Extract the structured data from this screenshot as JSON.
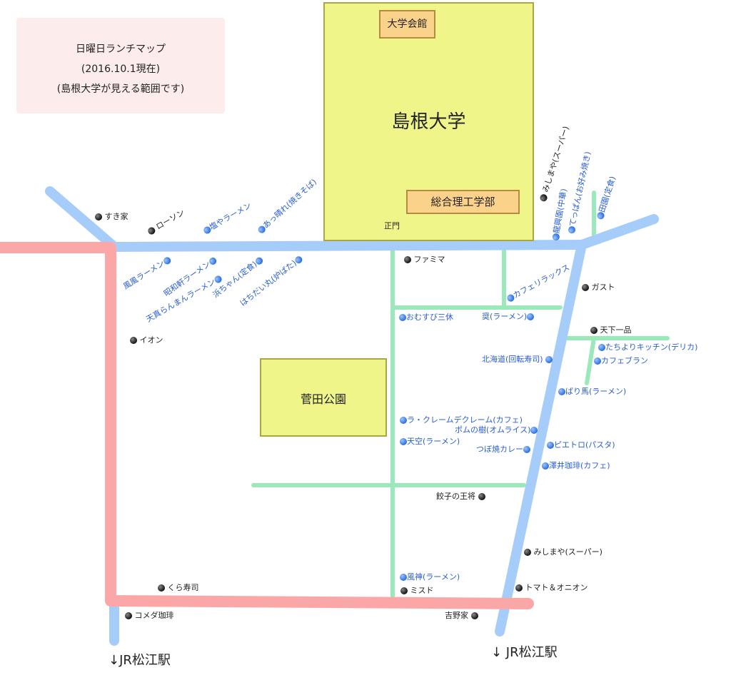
{
  "title": {
    "line1": "日曜日ランチマップ",
    "line2": "(2016.10.1現在)",
    "line3": "(島根大学が見える範囲です)"
  },
  "areas": {
    "university": "島根大学",
    "hall": "大学会館",
    "faculty": "総合理工学部",
    "gate": "正門",
    "park": "菅田公園"
  },
  "stations": {
    "left": "↓JR松江駅",
    "right": "↓ JR松江駅"
  },
  "places_black": [
    "すき家",
    "ローソン",
    "ファミマ",
    "ガスト",
    "天下一品",
    "イオン",
    "餃子の王将",
    "みしまや(スーパー)",
    "くら寿司",
    "ミスド",
    "トマト＆オニオン",
    "コメダ珈琲",
    "吉野家",
    "みしまや(スーパー)"
  ],
  "places_blue": [
    "塩やラーメン",
    "あっ晴れ(焼きそば)",
    "風風ラーメン",
    "昭和軒ラーメン",
    "天真らんまんラーメン",
    "浜ちゃん(定食)",
    "はちだい丸(炉ばた)",
    "カフェリラックス",
    "おむすび三休",
    "奨(ラーメン)",
    "北海道(回転寿司)",
    "たちよりキッチン(デリカ)",
    "カフェブラン",
    "ばり馬(ラーメン)",
    "ラ・クレームデクレーム(カフェ)",
    "ポムの樹(オムライス)",
    "天空(ラーメン)",
    "つぼ焼カレー",
    "ピエトロ(パスタ)",
    "澤井珈琲(カフェ)",
    "風神(ラーメン)",
    "龍興園(中華)",
    "てっぱん(お好み焼き)",
    "田園(定食)"
  ],
  "colors": {
    "main_road": "#fca7a7",
    "blue_road": "#a6cdf9",
    "green_road": "#9be8bb",
    "area_yellow": "#f0f58a",
    "building_orange": "#fbd28a",
    "label_blue": "#2a5ed6"
  }
}
